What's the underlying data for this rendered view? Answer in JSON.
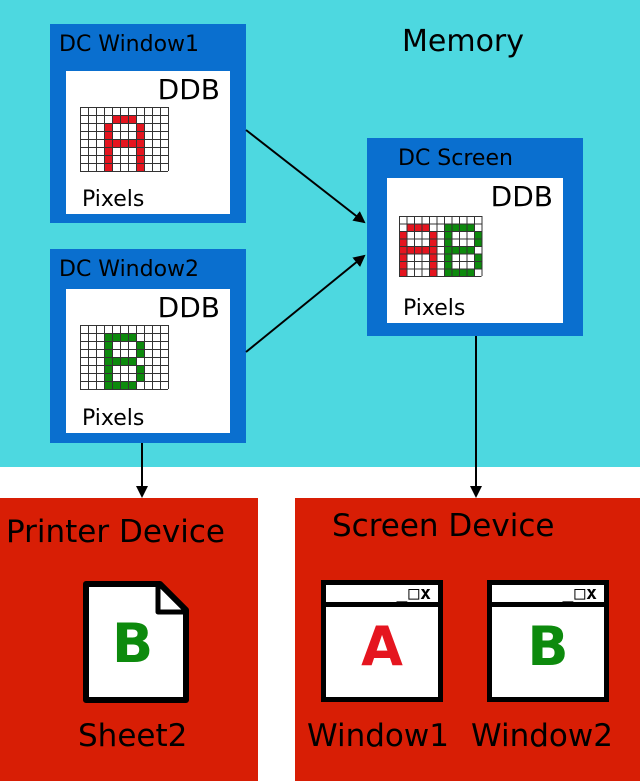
{
  "memory": {
    "label": "Memory",
    "bg_color": "#4dd8e0"
  },
  "dc_window1": {
    "title": "DC Window1",
    "ddb_label": "DDB",
    "pixels_label": "Pixels",
    "glyph": "A",
    "glyph_color": "#e5151f"
  },
  "dc_window2": {
    "title": "DC Window2",
    "ddb_label": "DDB",
    "pixels_label": "Pixels",
    "glyph": "B",
    "glyph_color": "#0d8a0d"
  },
  "dc_screen": {
    "title": "DC Screen",
    "ddb_label": "DDB",
    "pixels_label": "Pixels",
    "glyphs": [
      "A",
      "B"
    ]
  },
  "printer_device": {
    "title": "Printer Device",
    "sheet": {
      "letter": "B",
      "caption": "Sheet2",
      "letter_color": "#0d8a0d",
      "icon": "document-icon"
    }
  },
  "screen_device": {
    "title": "Screen Device",
    "windows": [
      {
        "letter": "A",
        "caption": "Window1",
        "letter_color": "#e5151f",
        "controls": "_□x"
      },
      {
        "letter": "B",
        "caption": "Window2",
        "letter_color": "#0d8a0d",
        "controls": "_□x"
      }
    ]
  },
  "colors": {
    "dc_box": "#0a6fcf",
    "device": "#d81e05",
    "red": "#e5151f",
    "green": "#0d8a0d"
  }
}
